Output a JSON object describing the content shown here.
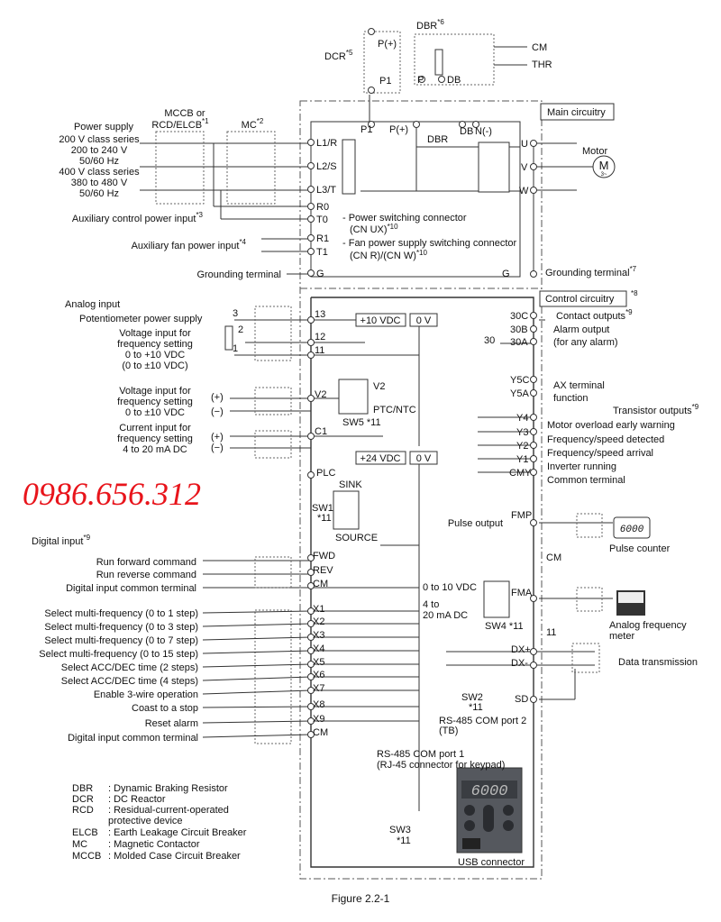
{
  "power": {
    "title": "Power supply",
    "lines": [
      "200 V class series",
      "200 to 240 V",
      "50/60 Hz",
      "400 V class series",
      "380 to 480 V",
      "50/60 Hz"
    ]
  },
  "breakers": {
    "mccb1": "MCCB or",
    "mccb2": "RCD/ELCB",
    "mccb_note": "*1",
    "mc": "MC",
    "mc_note": "*2"
  },
  "main_terminals": [
    "L1/R",
    "L2/S",
    "L3/T",
    "R0",
    "T0",
    "R1",
    "T1",
    "G"
  ],
  "aux": {
    "control": "Auxiliary control power input",
    "control_note": "*3",
    "fan": "Auxiliary fan power input",
    "fan_note": "*4",
    "ground": "Grounding terminal"
  },
  "connectors": {
    "line1": "- Power switching connector",
    "line2": "(CN UX)",
    "line2_note": "*10",
    "line3": "- Fan power supply switching connector",
    "line4": "(CN R)/(CN W)",
    "line4_note": "*10"
  },
  "dcr": {
    "label": "DCR",
    "note": "*5",
    "p_plus": "P(+)",
    "p1": "P1"
  },
  "dbr": {
    "label": "DBR",
    "note": "*6",
    "p": "P",
    "db": "DB",
    "cm": "CM",
    "thr": "THR"
  },
  "main_circuit": {
    "label": "Main circuitry",
    "p1": "P1",
    "p_plus": "P(+)",
    "dbr": "DBR",
    "db": "DB",
    "n": "N(-)",
    "u": "U",
    "v": "V",
    "w": "W",
    "motor": "Motor",
    "m": "M",
    "phase": "3~",
    "g": "G",
    "ground": "Grounding terminal",
    "ground_note": "*7"
  },
  "control": {
    "label": "Control circuitry",
    "note": "*8"
  },
  "analog": {
    "title": "Analog input",
    "pot": "Potentiometer power supply",
    "v1": [
      "Voltage input for",
      "frequency setting",
      "0 to +10 VDC",
      "(0 to ±10 VDC)"
    ],
    "v2": [
      "Voltage input for",
      "frequency setting",
      "0 to ±10 VDC"
    ],
    "c1": [
      "Current input for",
      "frequency setting",
      "4 to 20 mA DC"
    ],
    "pins": [
      "3",
      "2",
      "1"
    ],
    "plus": "(+)",
    "minus": "(−)",
    "terminals": [
      "13",
      "12",
      "11",
      "V2",
      "C1"
    ],
    "vdc10": "+10 VDC",
    "zero_v": "0 V",
    "sw5_v2": "V2",
    "sw5_ptc": "PTC/NTC",
    "sw5": "SW5",
    "sw5_note": "*11",
    "vdc24": "+24 VDC",
    "zero_v2": "0 V",
    "plc": "PLC",
    "sink": "SINK",
    "sw1": "SW1",
    "sw1_note": "*11",
    "source": "SOURCE"
  },
  "phone_watermark": "0986.656.312",
  "digital": {
    "title": "Digital input",
    "note": "*9",
    "group1": [
      "Run forward command",
      "Run reverse command",
      "Digital input common terminal"
    ],
    "group1_terms": [
      "FWD",
      "REV",
      "CM"
    ],
    "group2": [
      "Select multi-frequency (0 to 1 step)",
      "Select multi-frequency (0 to 3 step)",
      "Select multi-frequency (0 to 7 step)",
      "Select multi-frequency (0 to 15 step)",
      "Select ACC/DEC time (2 steps)",
      "Select ACC/DEC time (4 steps)",
      "Enable 3-wire operation",
      "Coast to a stop",
      "Reset alarm",
      "Digital input common terminal"
    ],
    "group2_terms": [
      "X1",
      "X2",
      "X3",
      "X4",
      "X5",
      "X6",
      "X7",
      "X8",
      "X9",
      "CM"
    ]
  },
  "outputs": {
    "contact_title": "Contact outputs",
    "contact_note": "*9",
    "alarm": "Alarm output",
    "alarm2": "(for any alarm)",
    "relay_terms": [
      "30C",
      "30B",
      "30A"
    ],
    "relay_common": "30",
    "ax_terms": [
      "Y5C",
      "Y5A"
    ],
    "ax1": "AX terminal",
    "ax2": "function",
    "transistor_title": "Transistor outputs",
    "transistor_note": "*9",
    "tr_terms": [
      "Y4",
      "Y3",
      "Y2",
      "Y1",
      "CMY"
    ],
    "tr_funcs": [
      "Motor overload early warning",
      "Frequency/speed detected",
      "Frequency/speed arrival",
      "Inverter running",
      "Common terminal"
    ],
    "pulse_output": "Pulse output",
    "fmp": "FMP",
    "counter_value": "6000",
    "pulse_counter": "Pulse counter",
    "cm": "CM",
    "fma_v": "0 to 10 VDC",
    "fma_i1": "4 to",
    "fma_i2": "20 mA DC",
    "fma": "FMA",
    "sw4": "SW4",
    "sw4_note": "*11",
    "eleven": "11",
    "meter1": "Analog frequency",
    "meter2": "meter",
    "dxp": "DX+",
    "dxm": "DX-",
    "data_tx": "Data transmission",
    "sw2": "SW2",
    "sw2_note": "*11",
    "sd": "SD",
    "rs2a": "RS-485 COM port 2",
    "rs2b": "(TB)",
    "rs1a": "RS-485 COM port 1",
    "rs1b": "(RJ-45 connector for keypad)",
    "sw3": "SW3",
    "sw3_note": "*11",
    "keypad_value": "6000",
    "usb": "USB connector"
  },
  "legend": [
    {
      "abbr": "DBR",
      "desc": ": Dynamic Braking Resistor"
    },
    {
      "abbr": "DCR",
      "desc": ": DC Reactor"
    },
    {
      "abbr": "RCD",
      "desc": ": Residual-current-operated"
    },
    {
      "abbr": "",
      "desc": "protective device"
    },
    {
      "abbr": "ELCB",
      "desc": ": Earth Leakage Circuit Breaker"
    },
    {
      "abbr": "MC",
      "desc": ": Magnetic Contactor"
    },
    {
      "abbr": "MCCB",
      "desc": ": Molded Case Circuit Breaker"
    }
  ],
  "caption": "Figure 2.2-1"
}
